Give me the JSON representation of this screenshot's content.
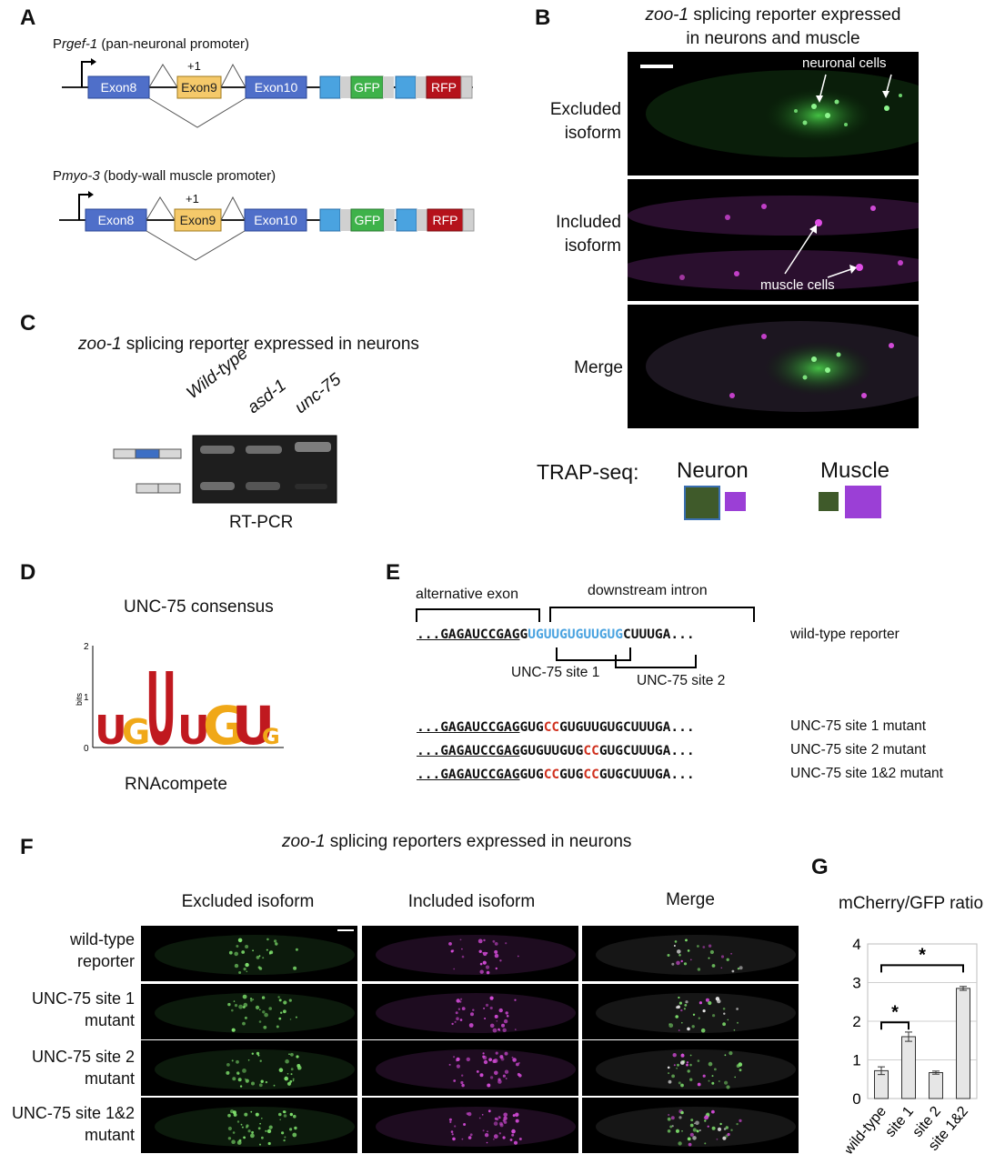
{
  "panels": {
    "A": "A",
    "B": "B",
    "C": "C",
    "D": "D",
    "E": "E",
    "F": "F",
    "G": "G"
  },
  "panel_a": {
    "construct1": {
      "promoter_prefix": "P",
      "promoter_name": "rgef-1",
      "promoter_desc": " (pan-neuronal promoter)"
    },
    "construct2": {
      "promoter_prefix": "P",
      "promoter_name": "myo-3",
      "promoter_desc": " (body-wall muscle promoter)"
    },
    "exon8": "Exon8",
    "exon9": "Exon9",
    "exon10": "Exon10",
    "frame": "+1",
    "gfp": "GFP",
    "rfp": "RFP",
    "colors": {
      "exon_blue": "#4f6fc9",
      "exon9_yellow": "#f5c96a",
      "gfp_green": "#3eb24a",
      "rfp_red": "#b5121b",
      "small_blue": "#4aa3e0",
      "gray": "#d0d0d0"
    }
  },
  "panel_b": {
    "title_italic": "zoo-1",
    "title_rest": " splicing reporter expressed",
    "title_line2": "in neurons and muscle",
    "rows": [
      "Excluded isoform",
      "Included isoform",
      "Merge"
    ],
    "rows_split": [
      [
        "Excluded",
        "isoform"
      ],
      [
        "Included",
        "isoform"
      ],
      [
        "Merge"
      ]
    ],
    "annot_neuronal": "neuronal cells",
    "annot_muscle": "muscle cells",
    "trap_label": "TRAP-seq:",
    "trap_neuron": "Neuron",
    "trap_muscle": "Muscle",
    "colors": {
      "green_square": "#3f5a2a",
      "magenta_square": "#9b3fd6"
    }
  },
  "panel_c": {
    "title_italic": "zoo-1",
    "title_rest": " splicing reporter expressed in neurons",
    "lanes": [
      "Wild-type",
      "asd-1",
      "unc-75"
    ],
    "caption": "RT-PCR"
  },
  "panel_d": {
    "title": "UNC-75 consensus",
    "caption": "RNAcompete",
    "y_axis_label": "bits",
    "y_ticks": [
      "2",
      "1",
      "0"
    ],
    "logo_letters": [
      "U",
      "G",
      "U",
      "U",
      "G",
      "U",
      "G"
    ]
  },
  "panel_e": {
    "label_exon": "alternative exon",
    "label_intron": "downstream intron",
    "wt_prefix": "...GAGAUCCGAG",
    "wt_g": "G",
    "wt_blue": "UGUUGUGUUGUG",
    "wt_suffix": "CUUUGA...",
    "wt_label": "wild-type reporter",
    "site1": "UNC-75 site 1",
    "site2": "UNC-75 site 2",
    "mutants": [
      {
        "prefix": "...GAGAUCCGAG",
        "parts": [
          "GUG",
          "CC",
          "GUGUUGUGCUUUGA..."
        ],
        "label": "UNC-75 site 1 mutant"
      },
      {
        "prefix": "...GAGAUCCGAG",
        "parts": [
          "GUGUUGUG",
          "CC",
          "GUGCUUUGA..."
        ],
        "label": "UNC-75 site 2 mutant"
      },
      {
        "prefix": "...GAGAUCCGAG",
        "parts": [
          "GUG",
          "CC",
          "GUG",
          "CC",
          "GUGCUUUGA..."
        ],
        "label": "UNC-75 site 1&2 mutant"
      }
    ],
    "colors": {
      "blue": "#4aa3e0",
      "red": "#d0311f"
    }
  },
  "panel_f": {
    "title_italic": "zoo-1",
    "title_rest": " splicing reporters expressed in neurons",
    "columns": [
      "Excluded isoform",
      "Included isoform",
      "Merge"
    ],
    "rows": [
      [
        "wild-type",
        "reporter"
      ],
      [
        "UNC-75 site 1",
        "mutant"
      ],
      [
        "UNC-75 site 2",
        "mutant"
      ],
      [
        "UNC-75 site 1&2",
        "mutant"
      ]
    ]
  },
  "chart_data": {
    "type": "bar",
    "title": "mCherry/GFP ratio",
    "categories": [
      "wild-type",
      "site 1",
      "site 2",
      "site 1&2"
    ],
    "values": [
      0.72,
      1.6,
      0.67,
      2.85
    ],
    "errors": [
      0.1,
      0.12,
      0.04,
      0.05
    ],
    "ylim": [
      0,
      4
    ],
    "yticks": [
      "0",
      "1",
      "2",
      "3",
      "4"
    ],
    "significance": [
      {
        "from": 0,
        "to": 1,
        "label": "*"
      },
      {
        "from": 0,
        "to": 3,
        "label": "*"
      }
    ],
    "bar_color": "#e6e6e6",
    "grid": true
  }
}
